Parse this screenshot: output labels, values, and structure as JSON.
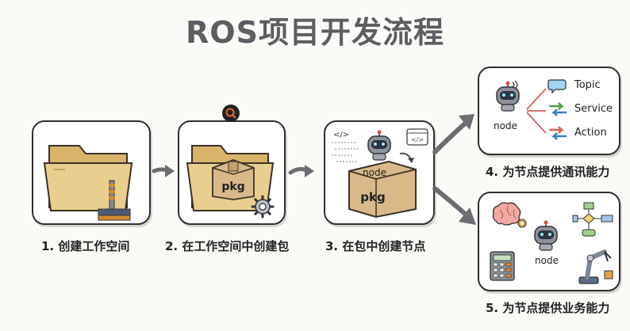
{
  "title": "ROS项目开发流程",
  "steps": [
    {
      "label": "1. 创建工作空间"
    },
    {
      "label": "2. 在工作空间中创建包",
      "pkg_text": "pkg"
    },
    {
      "label": "3. 在包中创建节点",
      "pkg_text": "pkg",
      "node_text": "node"
    },
    {
      "label": "4. 为节点提供通讯能力",
      "node_text": "node",
      "comm": [
        "Topic",
        "Service",
        "Action"
      ]
    },
    {
      "label": "5. 为节点提供业务能力",
      "node_text": "node"
    }
  ],
  "code_tags": [
    "</>",
    "</>"
  ],
  "colors": {
    "title": "#5d5d62",
    "folder": "#e8cf8f",
    "box": "#d9b98a",
    "robot_head": "#8e929a",
    "search_badge": "#222222",
    "search_ring": "#e56a2b",
    "arrow": "#6c6c72"
  }
}
